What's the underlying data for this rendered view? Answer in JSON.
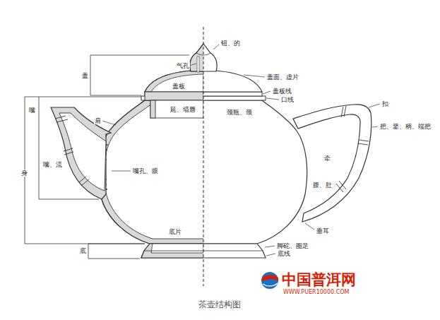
{
  "diagram": {
    "caption": "茶壶结构图",
    "labels": [
      "盖",
      "嘴",
      "身",
      "底",
      "肩",
      "嘴、流",
      "嘴孔、眼",
      "气孔",
      "盖板",
      "延、墙唇",
      "钮、的",
      "盖面、虚片",
      "盖板线",
      "口线",
      "颈瓶、颈",
      "扣",
      "把、鋬、柄、端把",
      "牵",
      "腹、肚",
      "垂耳",
      "底片",
      "脚砣、圈足",
      "底线",
      "中国普洱网",
      "WWW.PUER10000.COM"
    ]
  }
}
